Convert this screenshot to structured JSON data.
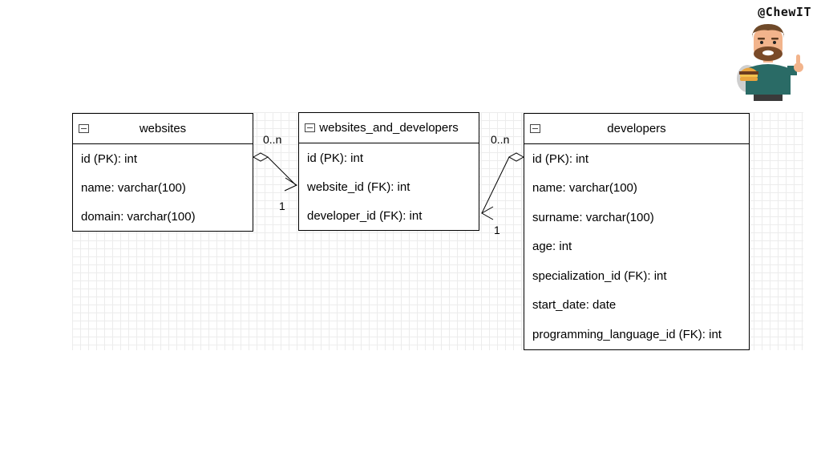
{
  "watermark": {
    "handle": "@ChewIT"
  },
  "diagram": {
    "tables": [
      {
        "name": "websites",
        "fields": [
          "id (PK): int",
          "name: varchar(100)",
          "domain: varchar(100)"
        ]
      },
      {
        "name": "websites_and_developers",
        "fields": [
          "id (PK): int",
          "website_id (FK): int",
          "developer_id (FK): int"
        ]
      },
      {
        "name": "developers",
        "fields": [
          "id (PK): int",
          "name: varchar(100)",
          "surname: varchar(100)",
          "age: int",
          "specialization_id (FK): int",
          "start_date: date",
          "programming_language_id (FK): int"
        ]
      }
    ],
    "relationships": [
      {
        "from": "websites",
        "to": "websites_and_developers",
        "from_cardinality": "0..n",
        "to_cardinality": "1"
      },
      {
        "from": "developers",
        "to": "websites_and_developers",
        "from_cardinality": "0..n",
        "to_cardinality": "1"
      }
    ]
  }
}
